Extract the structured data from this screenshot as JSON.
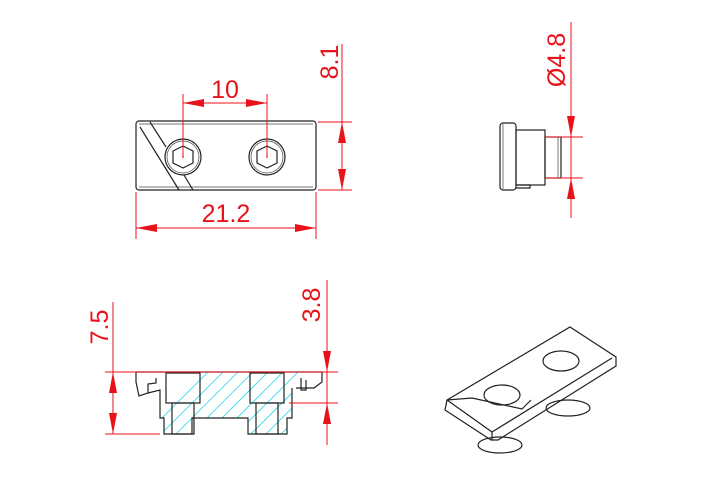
{
  "drawing": {
    "dimensions": {
      "hole_spacing": "10",
      "height_top_view": "8.1",
      "length": "21.2",
      "boss_diameter": "Ø4.8",
      "total_height": "7.5",
      "boss_height": "3.8"
    },
    "colors": {
      "dimension": "#e8121a",
      "hatch": "#29d9e8",
      "outline": "#222222"
    }
  }
}
